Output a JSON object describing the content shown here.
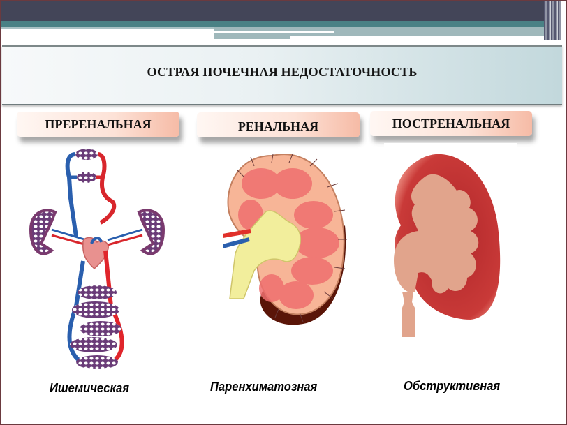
{
  "slide": {
    "title": "ОСТРАЯ ПОЧЕЧНАЯ НЕДОСТАТОЧНОСТЬ",
    "colors": {
      "header_dark": "#434558",
      "header_teal": "#4a8185",
      "tab_gradient_end": "#f6bba6",
      "border": "#6b3a3f"
    },
    "categories": [
      {
        "label": "ПРЕРЕНАЛЬНАЯ",
        "illustration": "circulatory-system-diagram",
        "caption": "Ишемическая"
      },
      {
        "label": "РЕНАЛЬНАЯ",
        "illustration": "kidney-cross-section",
        "caption": "Паренхиматозная"
      },
      {
        "label": "ПОСТРЕНАЛЬНАЯ",
        "illustration": "hydronephrotic-kidney",
        "caption": "Обструктивная"
      }
    ]
  }
}
